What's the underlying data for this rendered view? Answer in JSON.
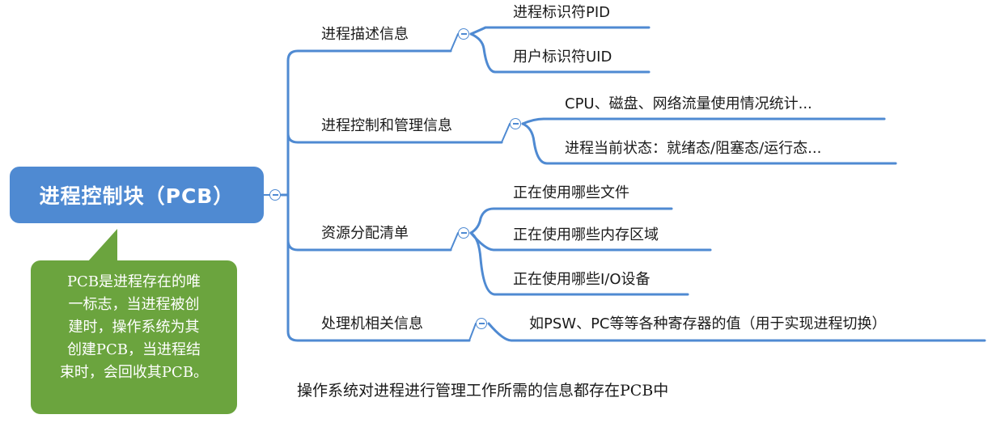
{
  "root": {
    "label": "进程控制块（PCB）"
  },
  "callout": {
    "text": "PCB是进程存在的唯\n一标志，当进程被创\n建时，操作系统为其\n创建PCB，当进程结\n束时，会回收其PCB。"
  },
  "branches": [
    {
      "label": "进程描述信息",
      "children": [
        "进程标识符PID",
        "用户标识符UID"
      ]
    },
    {
      "label": "进程控制和管理信息",
      "children": [
        "CPU、磁盘、网络流量使用情况统计...",
        "进程当前状态：就绪态/阻塞态/运行态..."
      ]
    },
    {
      "label": "资源分配清单",
      "children": [
        "正在使用哪些文件",
        "正在使用哪些内存区域",
        "正在使用哪些I/O设备"
      ]
    },
    {
      "label": "处理机相关信息",
      "children": [
        "如PSW、PC等等各种寄存器的值（用于实现进程切换）"
      ]
    }
  ],
  "note": "操作系统对进程进行管理工作所需的信息都存在PCB中",
  "colors": {
    "root": "#4f8ad2",
    "callout": "#6ba43e",
    "line": "#4f8ad2"
  }
}
